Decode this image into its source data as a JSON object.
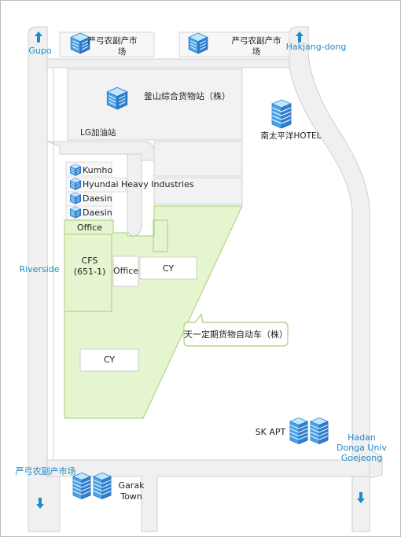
{
  "directions": {
    "gupo": "Gupo",
    "hakjang": "Hakjang-dong",
    "riverside": "Riverside",
    "hadan_line1": "Hadan",
    "hadan_line2": "Donga Univ",
    "hadan_line3": "Goejeong",
    "market_bottom": "严弓农副产市场"
  },
  "buildings": {
    "market_left_line1": "严弓农副产市",
    "market_left_line2": "场",
    "market_right_line1": "严弓农副产市",
    "market_right_line2": "场",
    "busan_terminal": "釜山综合货物站（株）",
    "lg_station": "LG加油站",
    "nantaipingyang": "南太平洋HOTEL",
    "kumho": "Kumho",
    "hyundai": "Hyundai Heavy Industries",
    "daesin1": "Daesin",
    "daesin2": "Daesin",
    "office_top": "Office",
    "cfs_line1": "CFS",
    "cfs_line2": "(651-1)",
    "office_mid": "Office",
    "cy_top": "CY",
    "cy_bottom": "CY",
    "callout": "天一定期货物自动车（株）",
    "sk_apt": "SK APT",
    "garak_line1": "Garak",
    "garak_line2": "Town"
  },
  "colors": {
    "road": "#f0f0f0",
    "road_edge": "#cfcfcf",
    "site_fill": "#e4f5cf",
    "site_stroke": "#a8cf7a",
    "label_blue": "#1e8bc9",
    "building_blue": "#3a8fd6"
  }
}
